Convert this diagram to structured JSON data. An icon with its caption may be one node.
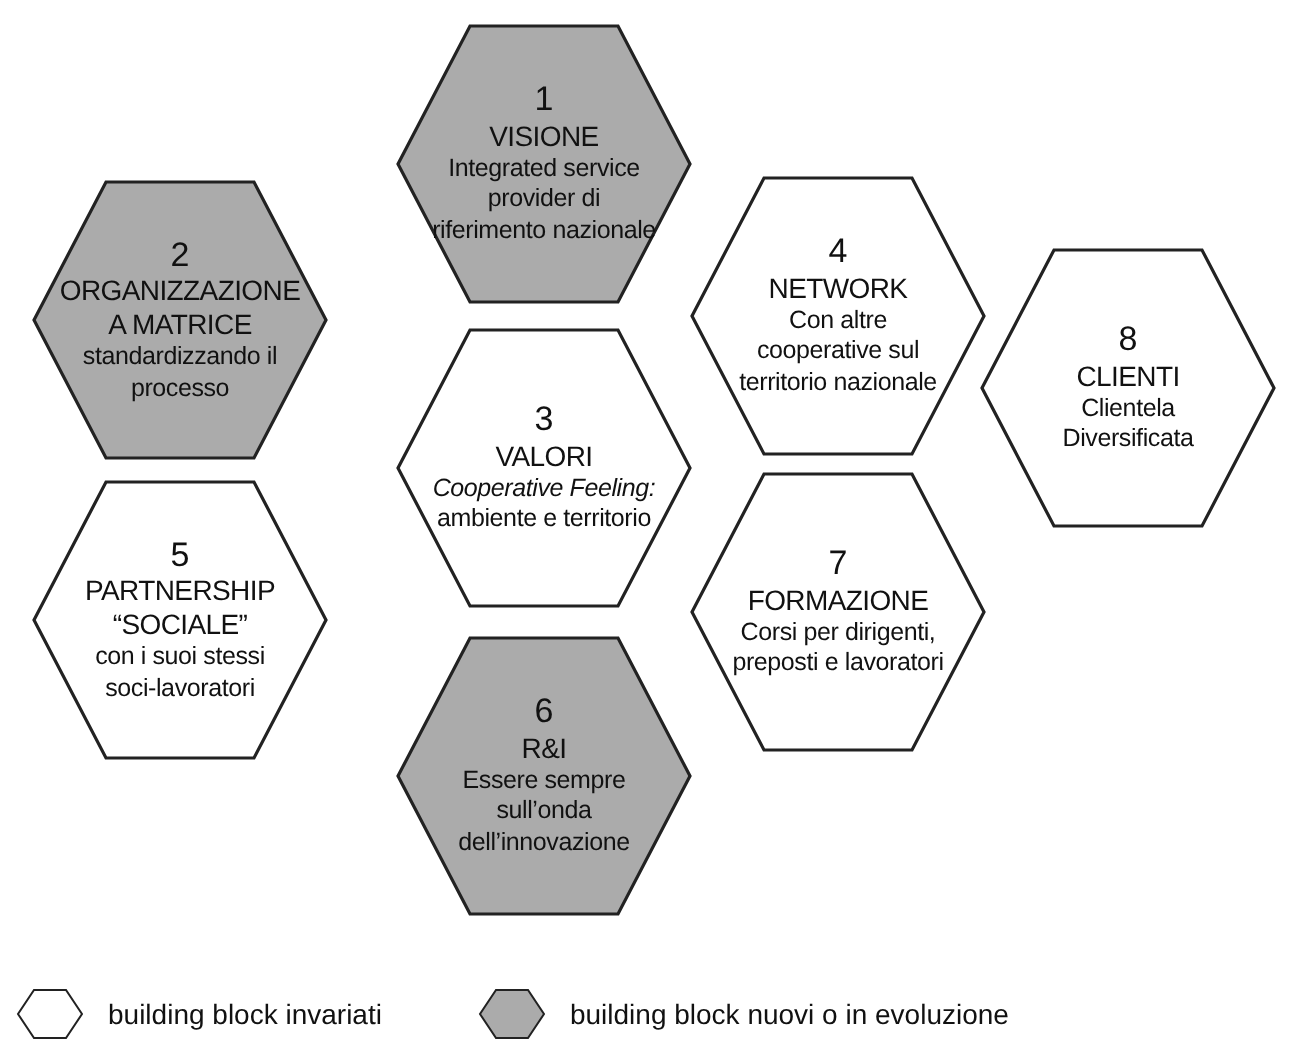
{
  "diagram": {
    "nodes": [
      {
        "text": [
          "1",
          "VISIONE",
          "Integrated service provider di riferimento nazionale"
        ]
      },
      {
        "text": [
          "2",
          "ORGANIZZAZIONE A MATRICE",
          "standardizzando il processo"
        ]
      },
      {
        "text": [
          "4",
          "NETWORK",
          "Con altre cooperative sul territorio nazionale"
        ]
      },
      {
        "text": [
          "3",
          "VALORI",
          "*Cooperative Feeling:* ambiente e territorio"
        ]
      },
      {
        "text": [
          "8",
          "CLIENTI",
          "Clientela Diversificata"
        ]
      },
      {
        "text": [
          "5",
          "PARTNERSHIP “SOCIALE”",
          "con i suoi stessi soci-lavoratori"
        ]
      },
      {
        "text": [
          "7",
          "FORMAZIONE",
          "Corsi per dirigenti, preposti e lavoratori"
        ]
      },
      {
        "text": [
          "6",
          "R&I",
          "Essere sempre sull’onda dell’innovazione"
        ]
      }
    ],
    "legend": [
      {
        "text": "building block invariati",
        "color": "#ffffff"
      },
      {
        "text": "building block nuovi o in evoluzione",
        "color": "#ababab"
      }
    ]
  }
}
